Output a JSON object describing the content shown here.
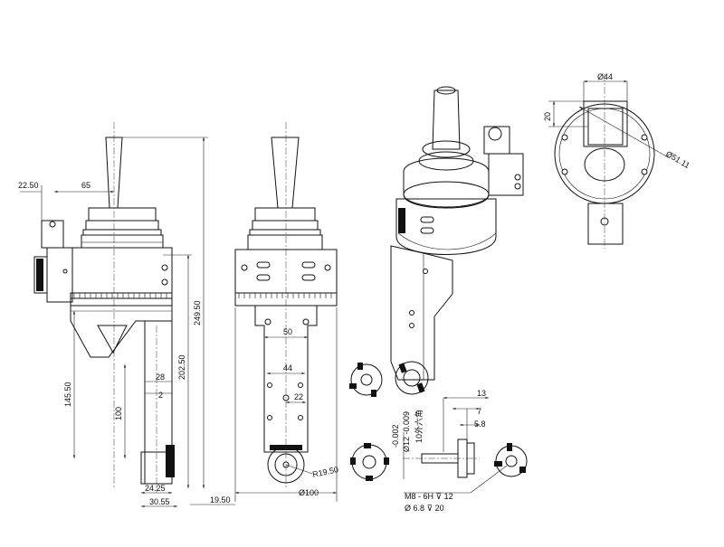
{
  "view_left": {
    "dims": {
      "d22_50": "22.50",
      "d65": "65",
      "d249_50": "249.50",
      "d202_50": "202.50",
      "d145_50": "145.50",
      "d100": "100",
      "d28": "28",
      "d2": "2",
      "d24_25": "24.25",
      "d30_55": "30.55",
      "d19_50": "19.50"
    }
  },
  "view_front": {
    "dims": {
      "d50": "50",
      "d44": "44",
      "d22": "22",
      "r19_50": "R19.50",
      "phi100": "Ø100"
    }
  },
  "view_top": {
    "dims": {
      "phi44": "Ø44",
      "d20": "20",
      "phi51_11": "Ø51.11"
    }
  },
  "detail": {
    "d13": "13",
    "d7": "7",
    "d5_8": "5.8",
    "tol_upper": "-0.002",
    "tol_lower": "Ø12 -0.009",
    "fit_note": "10外六角",
    "thread_note": "M8 - 6H ⊽ 12",
    "drill_note": "Ø 6.8 ⊽ 20"
  }
}
